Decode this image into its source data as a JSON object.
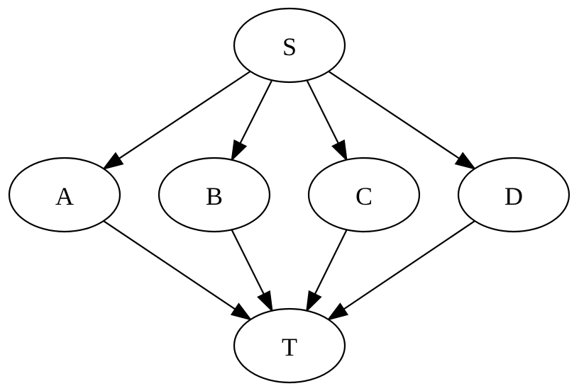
{
  "graph": {
    "nodes": [
      {
        "id": "S",
        "label": "S"
      },
      {
        "id": "A",
        "label": "A"
      },
      {
        "id": "B",
        "label": "B"
      },
      {
        "id": "C",
        "label": "C"
      },
      {
        "id": "D",
        "label": "D"
      },
      {
        "id": "T",
        "label": "T"
      }
    ],
    "edges": [
      {
        "from": "S",
        "to": "A"
      },
      {
        "from": "S",
        "to": "B"
      },
      {
        "from": "S",
        "to": "C"
      },
      {
        "from": "S",
        "to": "D"
      },
      {
        "from": "A",
        "to": "T"
      },
      {
        "from": "B",
        "to": "T"
      },
      {
        "from": "C",
        "to": "T"
      },
      {
        "from": "D",
        "to": "T"
      }
    ],
    "colors": {
      "stroke": "#000000",
      "fill": "#ffffff",
      "background": "#ffffff"
    }
  }
}
